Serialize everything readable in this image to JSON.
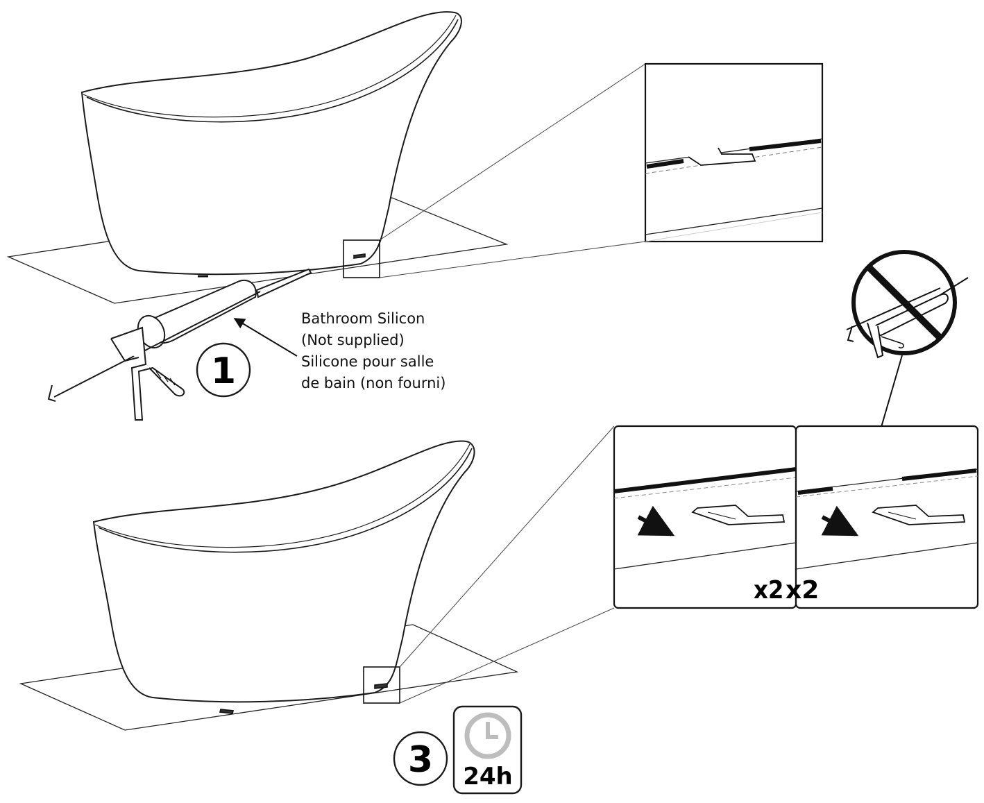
{
  "silicon_label": {
    "line1": "Bathroom Silicon",
    "line2": "(Not supplied)",
    "line3": "Silicone pour salle",
    "line4": "de bain (non fourni)"
  },
  "steps": {
    "step1": "1",
    "step3": "3"
  },
  "multipliers": {
    "left": "x2",
    "right": "x2"
  },
  "cure_time": "24h",
  "icons": {
    "clock": "clock-icon",
    "no_silicone": "no-silicone-icon",
    "silicone_gun": "silicone-gun-icon",
    "bathtub": "bathtub-icon"
  },
  "colors": {
    "line": "#1a1a1a",
    "clock_gray": "#bdbdbd"
  }
}
